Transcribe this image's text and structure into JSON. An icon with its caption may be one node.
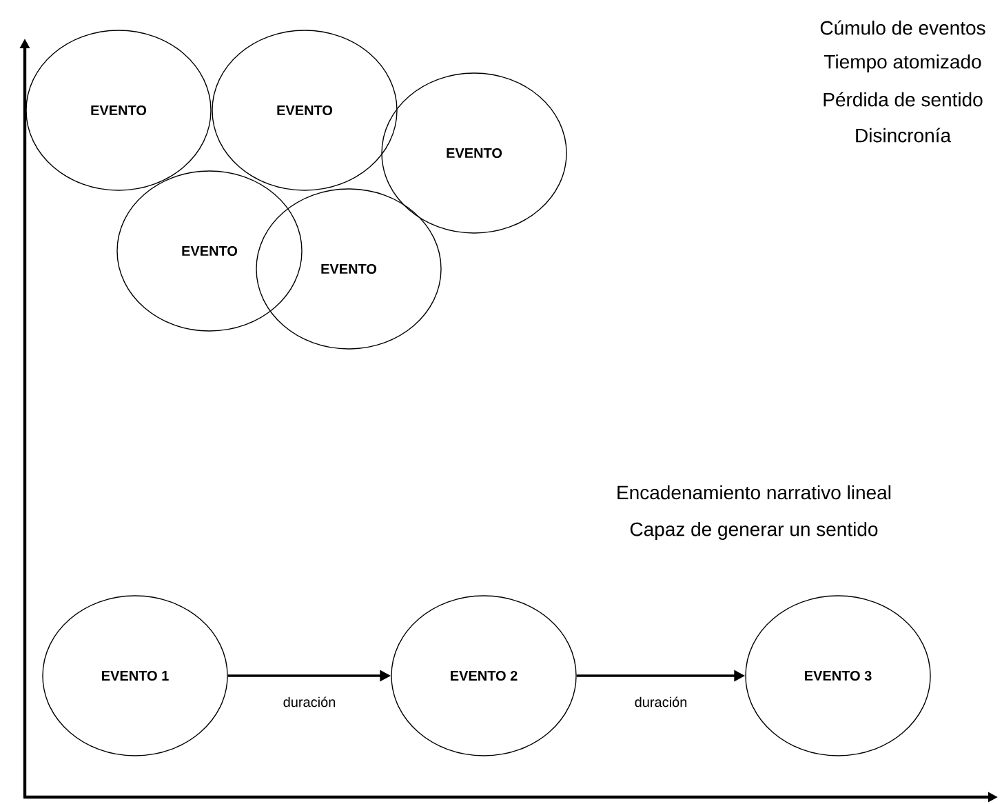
{
  "diagram": {
    "nodes": [
      {
        "text": [
          "EVENTO"
        ]
      },
      {
        "text": [
          "EVENTO"
        ]
      },
      {
        "text": [
          "EVENTO"
        ]
      },
      {
        "text": [
          "EVENTO"
        ]
      },
      {
        "text": [
          "EVENTO"
        ]
      },
      {
        "text": [
          "EVENTO 1"
        ]
      },
      {
        "text": [
          "EVENTO 2"
        ]
      },
      {
        "text": [
          "EVENTO 3"
        ]
      }
    ],
    "edges": [
      {
        "from": 5,
        "to": 6,
        "arrow": "to",
        "label": "duración"
      },
      {
        "from": 6,
        "to": 7,
        "arrow": "to",
        "label": "duración"
      }
    ],
    "labels": [
      "Cúmulo de eventos",
      "Tiempo atomizado",
      "Pérdida de sentido",
      "Disincronía",
      "Encadenamiento narrativo lineal",
      "Capaz de generar un sentido"
    ]
  }
}
